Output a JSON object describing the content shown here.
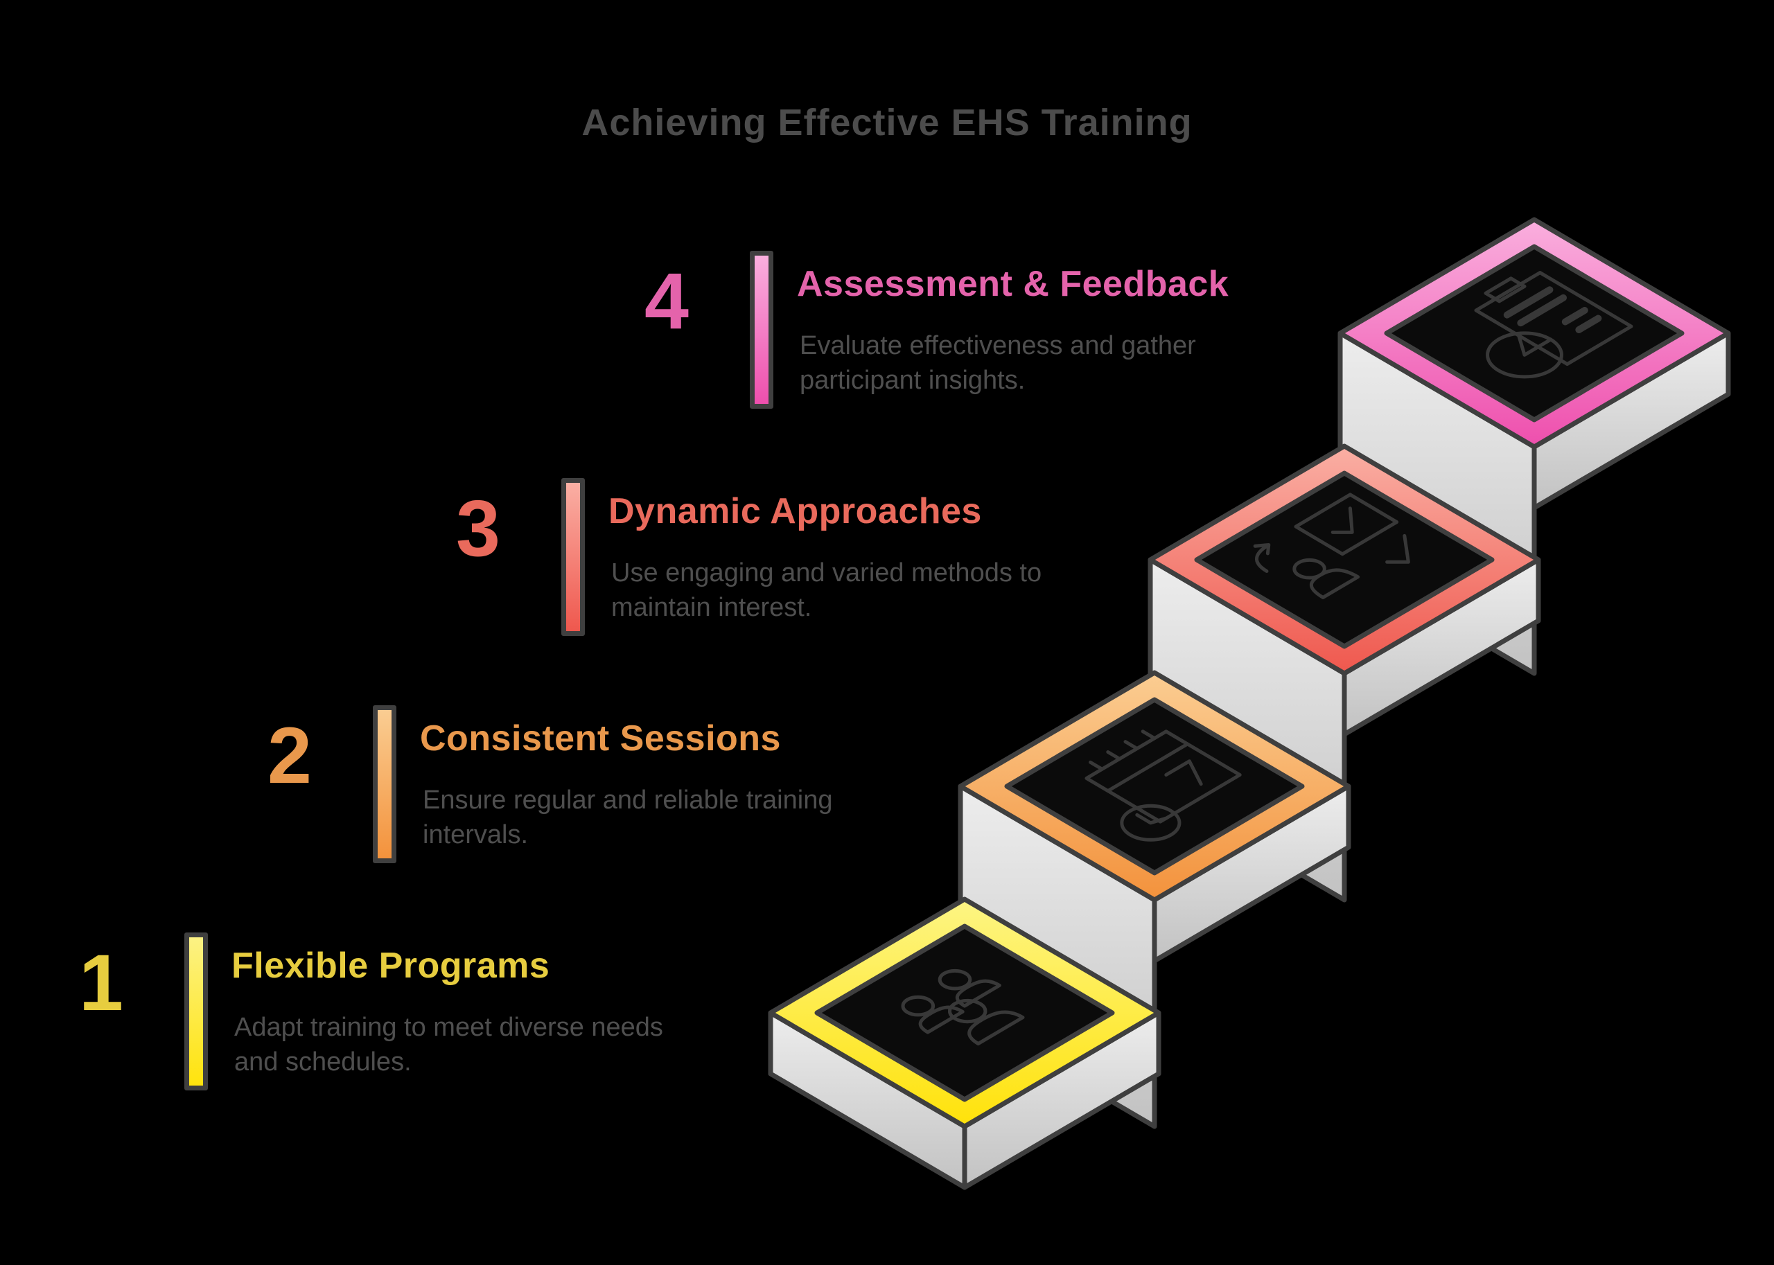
{
  "title": "Achieving Effective EHS Training",
  "steps": [
    {
      "number": "1",
      "title": "Flexible Programs",
      "description": "Adapt training to meet diverse needs and schedules.",
      "accent_color": "#FFE30D",
      "icon": "people-group-icon"
    },
    {
      "number": "2",
      "title": "Consistent Sessions",
      "description": "Ensure regular and reliable training intervals.",
      "accent_color": "#F3923C",
      "icon": "calendar-clock-icon"
    },
    {
      "number": "3",
      "title": "Dynamic Approaches",
      "description": "Use engaging and varied methods to maintain interest.",
      "accent_color": "#EF584E",
      "icon": "presentation-trainer-icon"
    },
    {
      "number": "4",
      "title": "Assessment & Feedback",
      "description": "Evaluate effectiveness and gather participant insights.",
      "accent_color": "#EE4FAD",
      "icon": "clipboard-chart-icon"
    }
  ],
  "colors": {
    "background": "#000000",
    "title_text": "#4C4C4C",
    "body_text": "#4F4F4F",
    "outline": "#3F3F3F",
    "platform_gray": "#D9D9D9",
    "step1_yellow": "#FFE30D",
    "step2_orange": "#F3923C",
    "step3_red": "#EF584E",
    "step4_pink": "#EE4FAD"
  }
}
